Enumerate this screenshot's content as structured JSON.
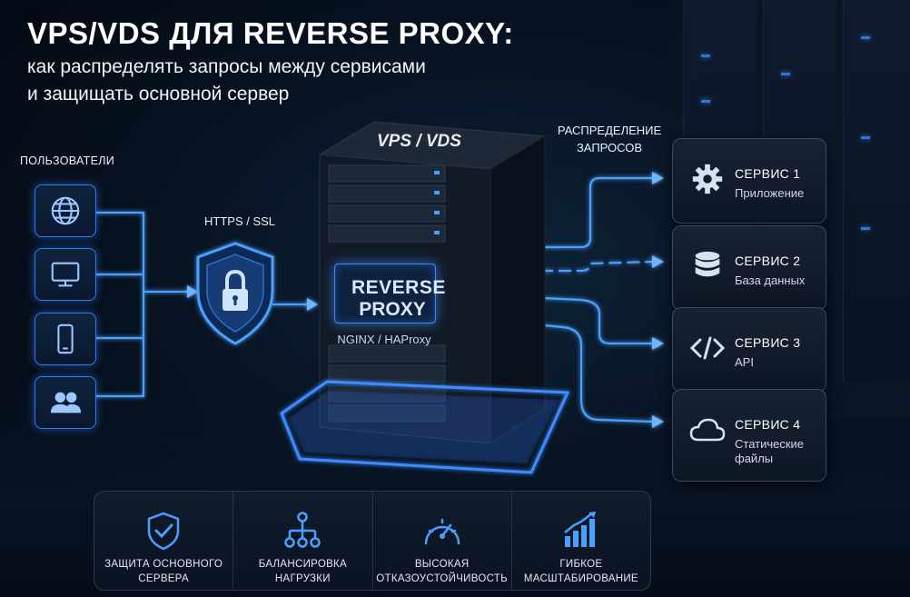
{
  "title": "VPS/VDS ДЛЯ REVERSE PROXY:",
  "subtitle_line1": "как распределять запросы между сервисами",
  "subtitle_line2": "и защищать основной сервер",
  "users_label": "ПОЛЬЗОВАТЕЛИ",
  "users": [
    {
      "icon": "globe-icon"
    },
    {
      "icon": "monitor-icon"
    },
    {
      "icon": "smartphone-icon"
    },
    {
      "icon": "users-group-icon"
    }
  ],
  "https_label": "HTTPS / SSL",
  "server": {
    "top_label": "VPS / VDS",
    "proxy_line1": "REVERSE",
    "proxy_line2": "PROXY",
    "proxy_sub": "NGINX / HAProxy"
  },
  "distribution_label_line1": "РАСПРЕДЕЛЕНИЕ",
  "distribution_label_line2": "ЗАПРОСОВ",
  "services": [
    {
      "title": "СЕРВИС 1",
      "desc": "Приложение",
      "icon": "gear-icon"
    },
    {
      "title": "СЕРВИС 2",
      "desc": "База данных",
      "icon": "database-icon"
    },
    {
      "title": "СЕРВИС 3",
      "desc": "API",
      "icon": "code-icon"
    },
    {
      "title": "СЕРВИС 4",
      "desc": "Статические файлы",
      "icon": "cloud-icon"
    }
  ],
  "features": [
    {
      "line1": "ЗАЩИТА ОСНОВНОГО",
      "line2": "СЕРВЕРА",
      "icon": "shield-check-icon"
    },
    {
      "line1": "БАЛАНСИРОВКА",
      "line2": "НАГРУЗКИ",
      "icon": "load-balance-icon"
    },
    {
      "line1": "ВЫСОКАЯ",
      "line2": "ОТКАЗОУСТОЙЧИВОСТЬ",
      "icon": "speedometer-icon"
    },
    {
      "line1": "ГИБКОЕ",
      "line2": "МАСШТАБИРОВАНИЕ",
      "icon": "growth-chart-icon"
    }
  ],
  "colors": {
    "accent": "#3e8cff",
    "background": "#07111f"
  }
}
